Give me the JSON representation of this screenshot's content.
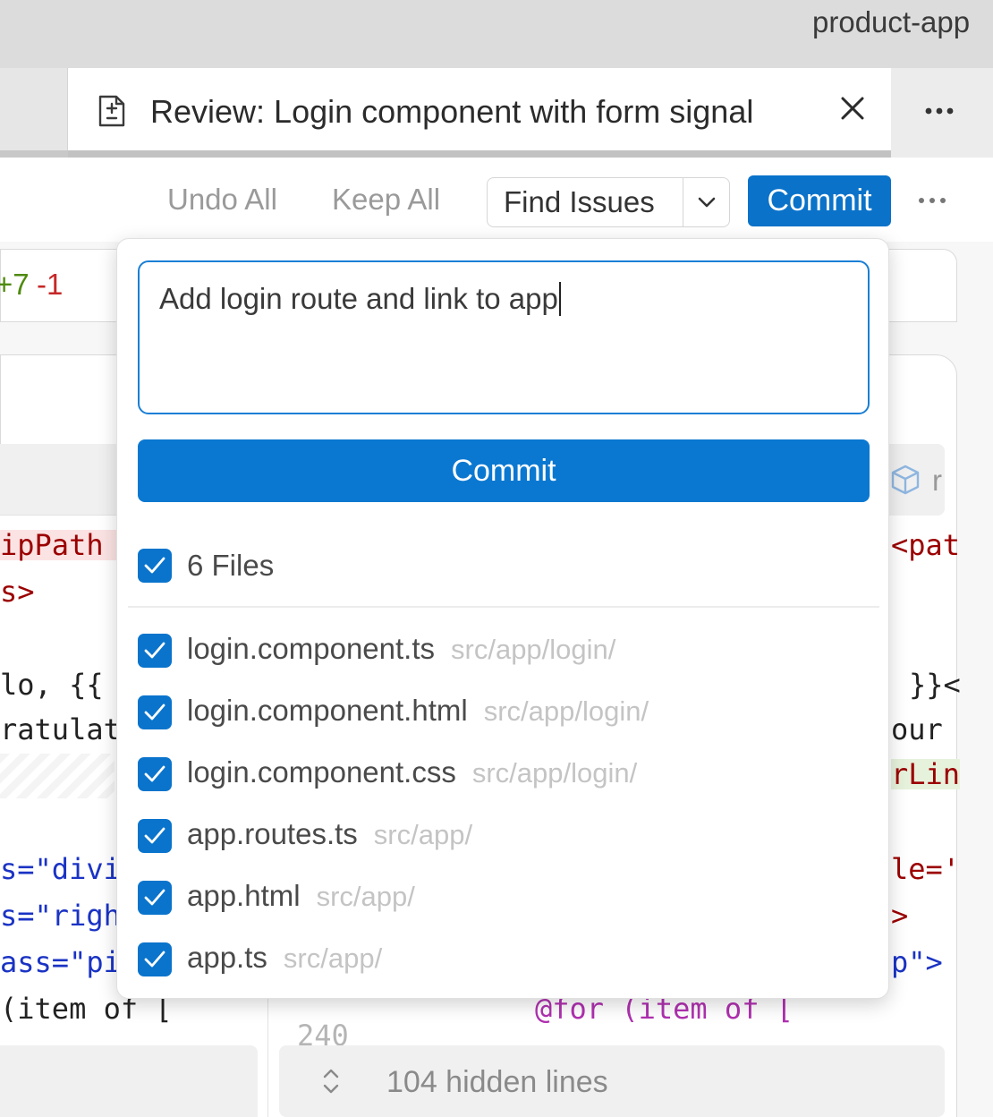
{
  "window": {
    "title": "product-app"
  },
  "tab": {
    "label": "Review: Login component with form signal"
  },
  "toolbar": {
    "undo_all": "Undo All",
    "keep_all": "Keep All",
    "find_issues": "Find Issues",
    "commit": "Commit"
  },
  "diffstat": {
    "additions": "+7",
    "deletions": "-1"
  },
  "code_left": [
    "ipPath ",
    "s>",
    "lo, {{ ",
    "ratulat",
    "s=\"divi",
    "s=\"righ",
    "ass=\"pi",
    "(item of ["
  ],
  "code_right": [
    "<pat",
    "}}<",
    "our ",
    "rLin",
    "le='",
    ">",
    "p\">",
    "@for (item of ["
  ],
  "right_header_text": "r",
  "line_number": "240",
  "hidden_lines": "104 hidden lines",
  "commit_popover": {
    "message": "Add login route and link to app",
    "commit_button": "Commit",
    "all_files_label": "6 Files",
    "files": [
      {
        "name": "login.component.ts",
        "path": "src/app/login/",
        "checked": true
      },
      {
        "name": "login.component.html",
        "path": "src/app/login/",
        "checked": true
      },
      {
        "name": "login.component.css",
        "path": "src/app/login/",
        "checked": true
      },
      {
        "name": "app.routes.ts",
        "path": "src/app/",
        "checked": true
      },
      {
        "name": "app.html",
        "path": "src/app/",
        "checked": true
      },
      {
        "name": "app.ts",
        "path": "src/app/",
        "checked": true
      }
    ]
  },
  "colors": {
    "accent": "#0a78d1",
    "additions": "#4f8a10",
    "deletions": "#c62828"
  },
  "icons": [
    "diff-file-icon",
    "close-icon",
    "more-icon",
    "chevron-down-icon",
    "cube-icon",
    "unfold-icon",
    "checkbox-checked-icon"
  ]
}
